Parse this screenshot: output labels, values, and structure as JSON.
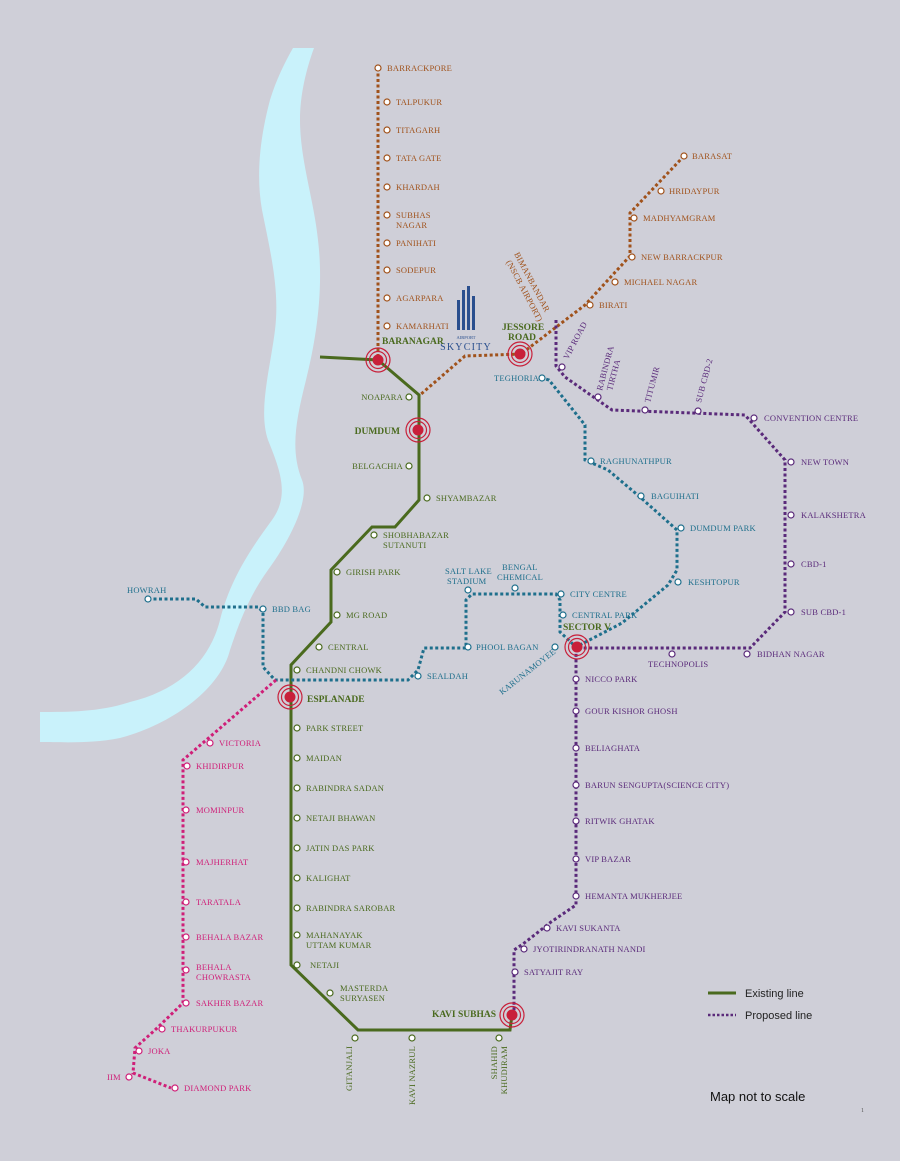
{
  "colors": {
    "background": "#cfcfd8",
    "river": "#c9f2fb",
    "green_line": "#4a6a1e",
    "brown_line": "#a0521b",
    "teal_line": "#1e6f8c",
    "purple_line": "#5a2a7a",
    "pink_line": "#cf1f78",
    "junction": "#c8203a",
    "logo": "#2a4f8e"
  },
  "logo": {
    "small": "AIRPORT",
    "name": "SKYCITY"
  },
  "stations": {
    "barrackpore": "BARRACKPORE",
    "talpukur": "TALPUKUR",
    "titagarh": "TITAGARH",
    "tata_gate": "TATA GATE",
    "khardah": "KHARDAH",
    "subhas_nagar_1": "SUBHAS",
    "subhas_nagar_2": "NAGAR",
    "panihati": "PANIHATI",
    "sodepur": "SODEPUR",
    "agarpara": "AGARPARA",
    "kamarhati": "KAMARHATI",
    "barasat": "BARASAT",
    "hridaypur": "HRIDAYPUR",
    "madhyamgram": "MADHYAMGRAM",
    "new_barrackpur": "NEW BARRACKPUR",
    "michael_nagar": "MICHAEL NAGAR",
    "birati": "BIRATI",
    "bimanbandar_1": "BIMANBANDAR",
    "bimanbandar_2": "(NSCB AIRPORT)",
    "noapara": "NOAPARA",
    "belgachia": "BELGACHIA",
    "shyambazar": "SHYAMBAZAR",
    "shobhabazar_1": "SHOBHABAZAR",
    "shobhabazar_2": "SUTANUTI",
    "girish_park": "GIRISH PARK",
    "mg_road": "MG ROAD",
    "central": "CENTRAL",
    "chandni_chowk": "CHANDNI CHOWK",
    "park_street": "PARK STREET",
    "maidan": "MAIDAN",
    "rabindra_sadan": "RABINDRA SADAN",
    "netaji_bhawan": "NETAJI BHAWAN",
    "jatin_das_park": "JATIN DAS PARK",
    "kalighat": "KALIGHAT",
    "rabindra_sarobar": "RABINDRA SAROBAR",
    "mahanayak_1": "MAHANAYAK",
    "mahanayak_2": "UTTAM KUMAR",
    "netaji": "NETAJI",
    "masterda_1": "MASTERDA",
    "masterda_2": "SURYASEN",
    "gitanjali": "GITANJALI",
    "kavi_nazrul": "KAVI NAZRUL",
    "shahid_1": "SHAHID",
    "shahid_2": "KHUDIRAM",
    "howrah": "HOWRAH",
    "bbd_bag": "BBD BAG",
    "sealdah": "SEALDAH",
    "phool_bagan": "PHOOL BAGAN",
    "salt_lake_1": "SALT LAKE",
    "salt_lake_2": "STADIUM",
    "bengal_1": "BENGAL",
    "bengal_2": "CHEMICAL",
    "city_centre": "CITY CENTRE",
    "central_park": "CENTRAL PARK",
    "karunamoyee": "KARUNAMOYEE",
    "teghoria": "TEGHORIA",
    "raghunathpur": "RAGHUNATHPUR",
    "baguihati": "BAGUIHATI",
    "dumdum_park": "DUMDUM PARK",
    "keshtopur": "KESHTOPUR",
    "vip_road": "VIP ROAD",
    "rabindra_tirtha_1": "RABINDRA",
    "rabindra_tirtha_2": "TIRTHA",
    "titumir": "TITUMIR",
    "sub_cbd_2": "SUB CBD-2",
    "convention_centre": "CONVENTION CENTRE",
    "new_town": "NEW TOWN",
    "kalakshetra": "KALAKSHETRA",
    "cbd_1": "CBD-1",
    "sub_cbd_1": "SUB CBD-1",
    "bidhan_nagar": "BIDHAN NAGAR",
    "technopolis": "TECHNOPOLIS",
    "nicco_park": "NICCO PARK",
    "gour_kishor_ghosh": "GOUR KISHOR GHOSH",
    "beliaghata": "BELIAGHATA",
    "barun_sengupta": "BARUN SENGUPTA(SCIENCE CITY)",
    "ritwik_ghatak": "RITWIK GHATAK",
    "vip_bazar": "VIP BAZAR",
    "hemanta": "HEMANTA MUKHERJEE",
    "kavi_sukanta": "KAVI SUKANTA",
    "jyotirindranath": "JYOTIRINDRANATH NANDI",
    "satyajit_ray": "SATYAJIT RAY",
    "victoria": "VICTORIA",
    "khidirpur": "KHIDIRPUR",
    "mominpur": "MOMINPUR",
    "majherhat": "MAJHERHAT",
    "taratala": "TARATALA",
    "behala_bazar": "BEHALA BAZAR",
    "behala_chowrasta_1": "BEHALA",
    "behala_chowrasta_2": "CHOWRASTA",
    "sakher_bazar": "SAKHER BAZAR",
    "thakurpukur": "THAKURPUKUR",
    "joka": "JOKA",
    "iim": "IIM",
    "diamond_park": "DIAMOND PARK"
  },
  "junctions": {
    "baranagar": "BARANAGAR",
    "dumdum": "DUMDUM",
    "jessore_1": "JESSORE",
    "jessore_2": "ROAD",
    "esplanade": "ESPLANADE",
    "sector_v": "SECTOR V",
    "kavi_subhas": "KAVI SUBHAS"
  },
  "legend": {
    "existing": "Existing line",
    "proposed": "Proposed line"
  },
  "note": "Map not to scale",
  "page_number": "1"
}
